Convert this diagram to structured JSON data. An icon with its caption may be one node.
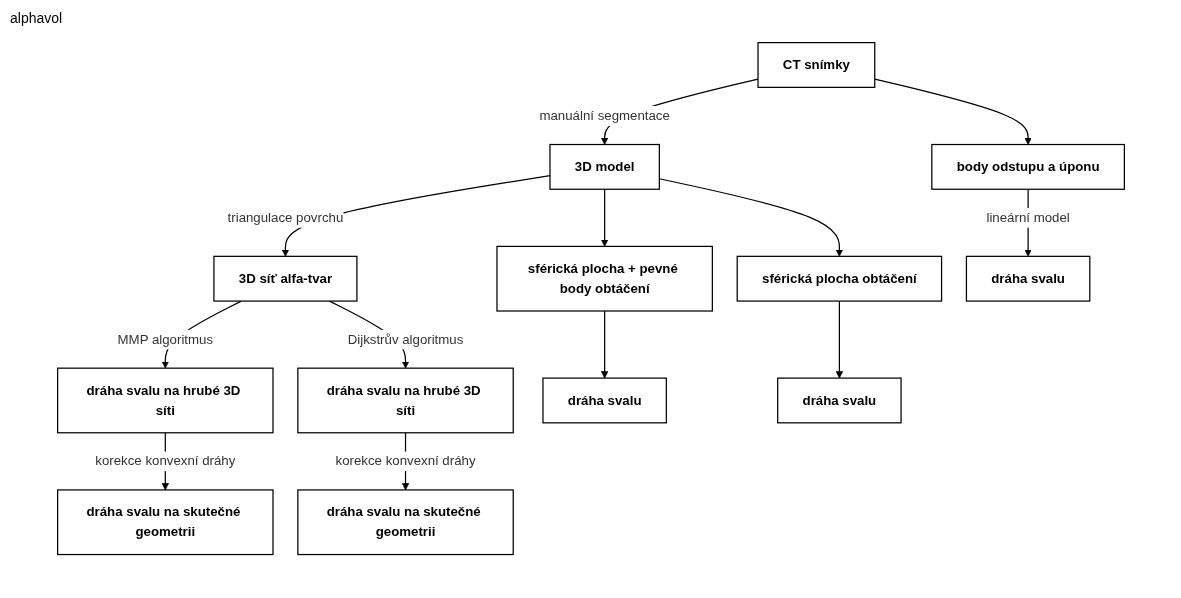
{
  "diagram": {
    "nodes": [
      {
        "text": [
          "CT snímky"
        ]
      },
      {
        "text": [
          "body odstupu a úponu"
        ]
      },
      {
        "text": [
          "3D model"
        ]
      },
      {
        "text": [
          "3D síť alfa-tvar"
        ]
      },
      {
        "text": [
          "sférická plocha + pevné body obtáčení"
        ]
      },
      {
        "text": [
          "sférická plocha obtáčení"
        ]
      },
      {
        "text": [
          "dráha svalu na hrubé 3D síti"
        ]
      },
      {
        "text": [
          "dráha svalu na hrubé 3D síti"
        ]
      },
      {
        "text": [
          "dráha svalu na skutečné geometrii"
        ]
      },
      {
        "text": [
          "dráha svalu na skutečné geometrii"
        ]
      },
      {
        "text": [
          "dráha svalu"
        ]
      },
      {
        "text": [
          "dráha svalu"
        ]
      },
      {
        "text": [
          "dráha svalu"
        ]
      }
    ],
    "edges": [
      {
        "from": 0,
        "to": 1,
        "arrow": "to"
      },
      {
        "from": 0,
        "to": 2,
        "arrow": "to",
        "label": "manuální segmentace"
      },
      {
        "from": 2,
        "to": 3,
        "arrow": "to",
        "label": "triangulace povrchu"
      },
      {
        "from": 2,
        "to": 4,
        "arrow": "to"
      },
      {
        "from": 2,
        "to": 5,
        "arrow": "to"
      },
      {
        "from": 3,
        "to": 6,
        "arrow": "to",
        "label": "MMP algoritmus"
      },
      {
        "from": 3,
        "to": 7,
        "arrow": "to",
        "label": "Dijkstrův algoritmus"
      },
      {
        "from": 6,
        "to": 8,
        "arrow": "to",
        "label": "korekce konvexní dráhy"
      },
      {
        "from": 7,
        "to": 9,
        "arrow": "to",
        "label": "korekce konvexní dráhy"
      },
      {
        "from": 4,
        "to": 10,
        "arrow": "to"
      },
      {
        "from": 5,
        "to": 11,
        "arrow": "to"
      },
      {
        "from": 1,
        "to": 12,
        "arrow": "to",
        "label": "lineární model"
      }
    ],
    "labels": [
      "alphavol"
    ]
  }
}
